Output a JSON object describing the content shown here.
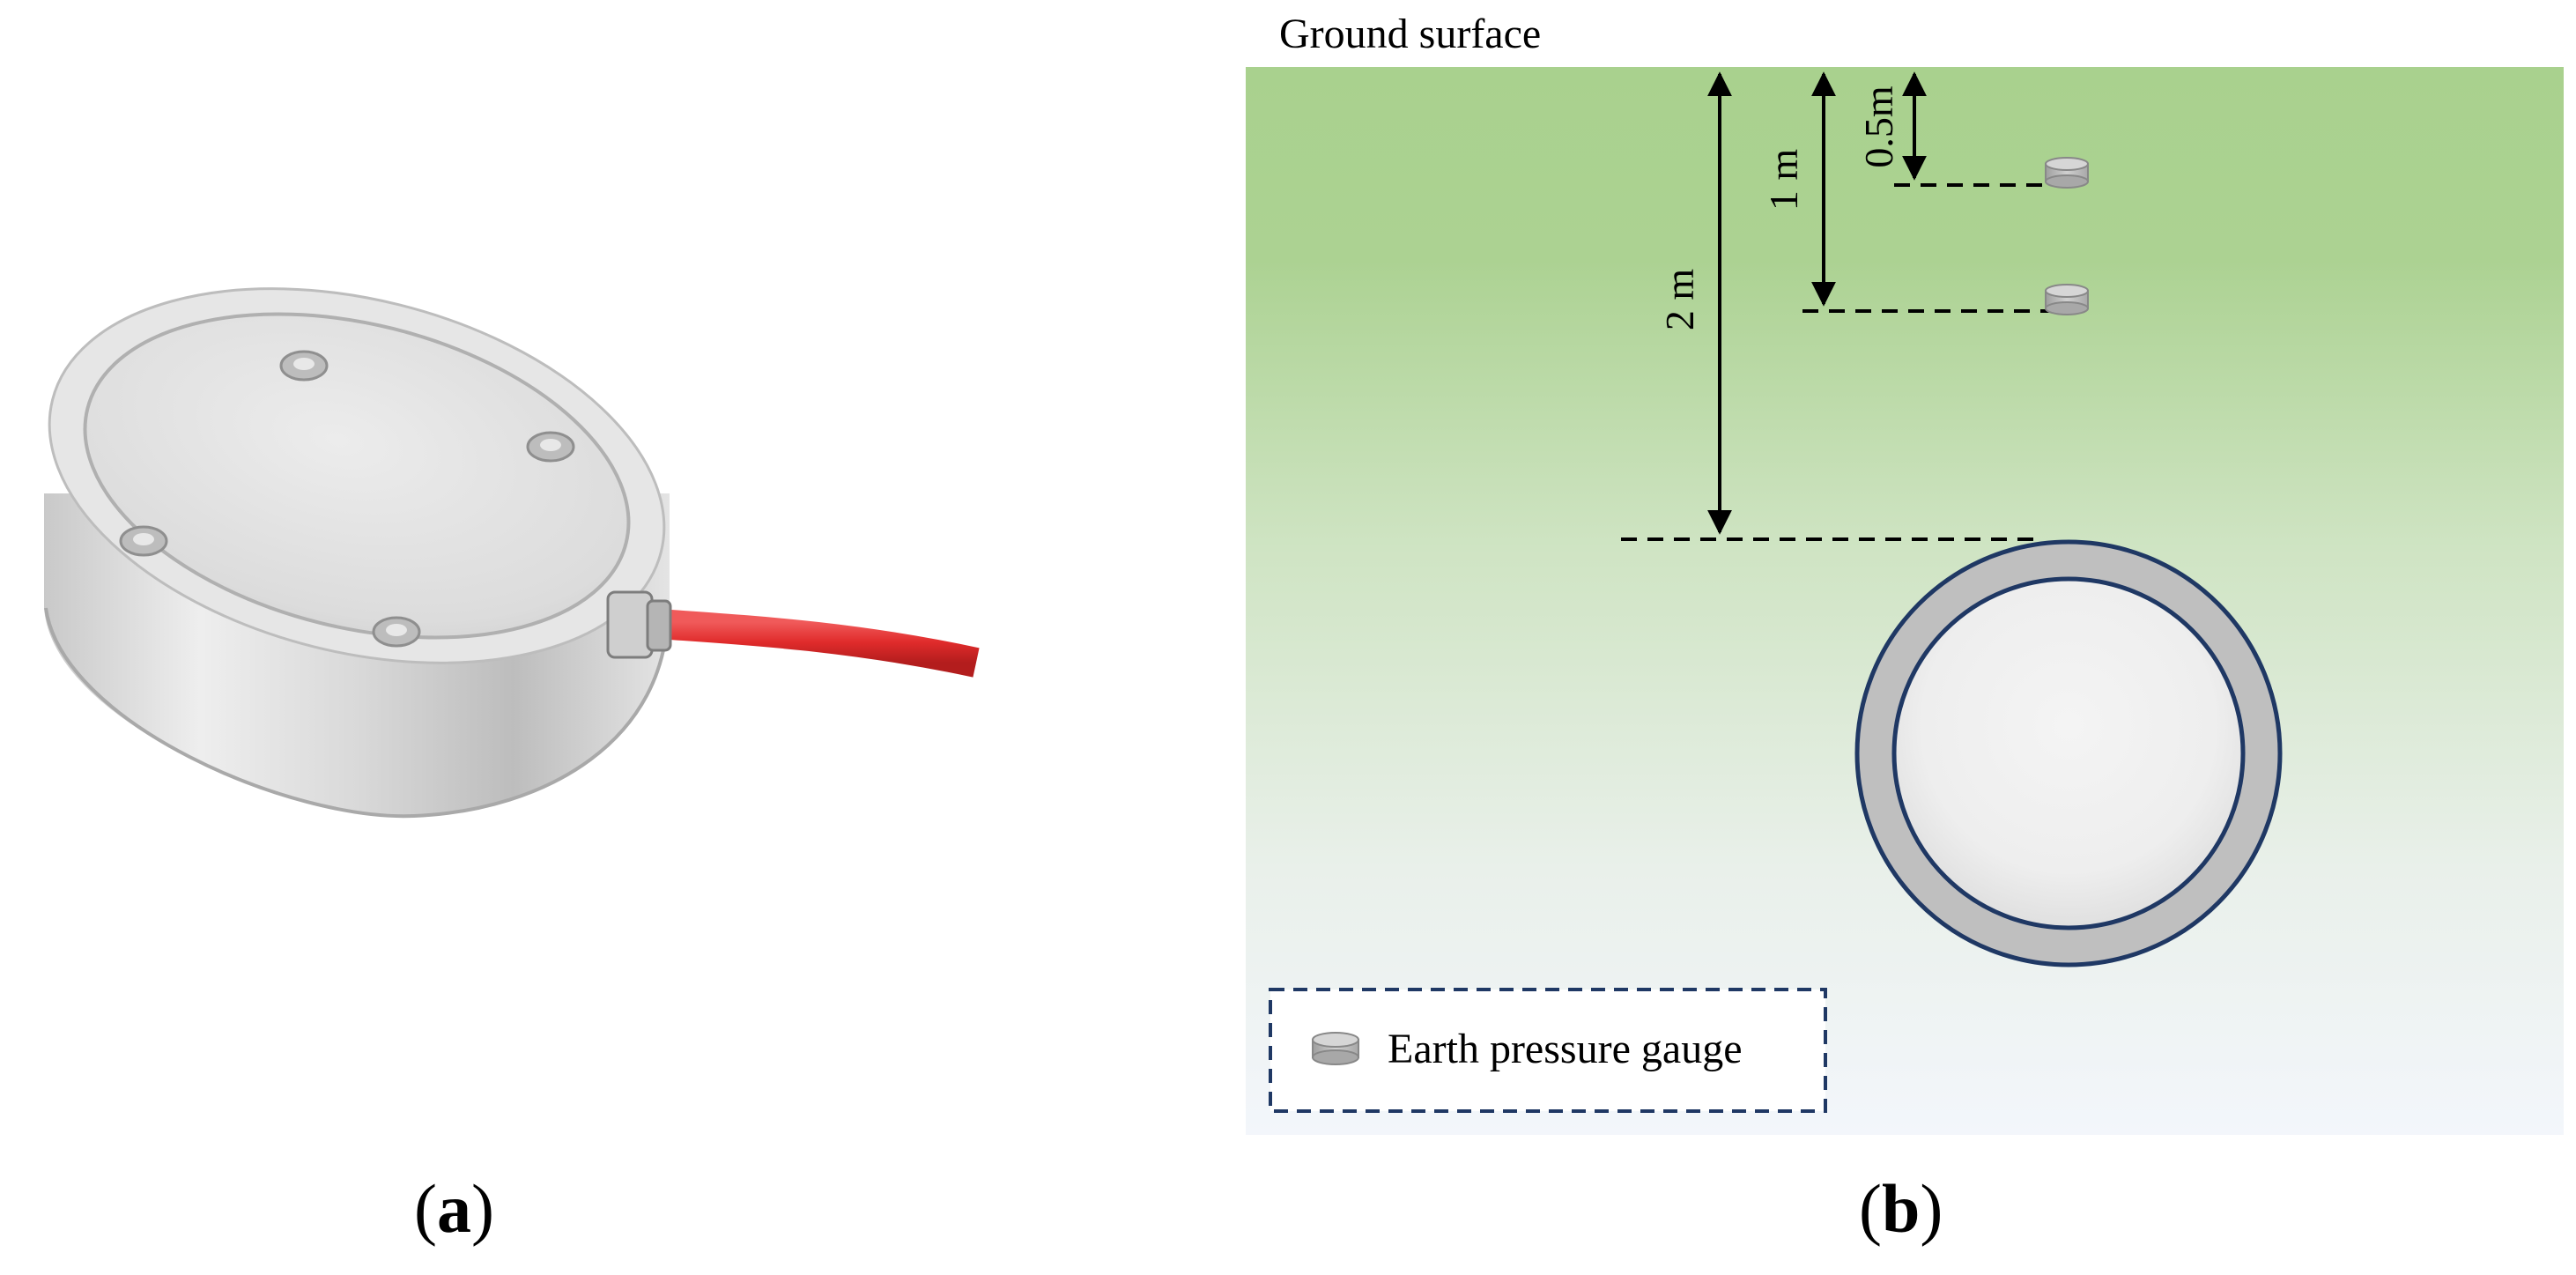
{
  "panels": {
    "a": {
      "label_open": "(",
      "label_letter": "a",
      "label_close": ")"
    },
    "b": {
      "label_open": "(",
      "label_letter": "b",
      "label_close": ")"
    }
  },
  "diagram": {
    "ground_surface_label": "Ground surface",
    "depth_labels": {
      "d2": "2 m",
      "d1": "1 m",
      "d05": "0.5m"
    },
    "legend": {
      "label": "Earth pressure gauge"
    }
  },
  "colors": {
    "soil_top": "#a9d18e",
    "soil_bottom": "#f3f6fb",
    "pipe_ring": "#bfbfbf",
    "pipe_outline": "#1f3864",
    "pipe_inner": "#f2f2f2",
    "sensor_body": "#c8c8c8",
    "cable_red": "#e02b2b"
  },
  "icons": {
    "sensor": "earth-pressure-gauge-icon"
  }
}
